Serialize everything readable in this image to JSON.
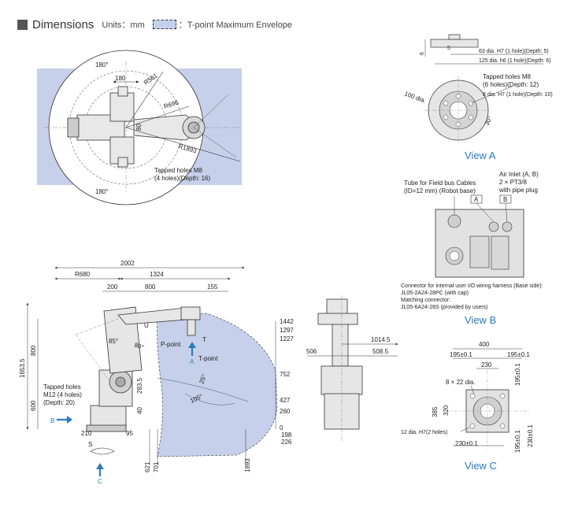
{
  "header": {
    "title": "Dimensions",
    "units": "Units：mm",
    "envelope_legend": "：T-point Maximum Envelope"
  },
  "colors": {
    "envelope": "#c6d0ea",
    "view_label": "#2a7bbf",
    "arrow": "#2a7bbf"
  },
  "top_view": {
    "angle_top": "180°",
    "angle_bottom": "180°",
    "dim_180": "180",
    "r561": "R561",
    "r696": "R696",
    "r1893": "R1893",
    "d80": "80",
    "tapped_holes_1": "Tapped holes M8",
    "tapped_holes_2": "(4 holes)(Depth: 16)"
  },
  "view_a": {
    "label": "View A",
    "dim_6": "6",
    "dim_5": "5",
    "note1": "63 dia. H7 (1 hole)(Depth: 5)",
    "note2": "125 dia. h6 (1 hole)(Depth: 6)",
    "note3": "Tapped holes M8",
    "note4": "(6 holes)(Depth: 12)",
    "note5": "8 dia. H7 (1 hole)(Depth: 10)",
    "dia100": "100 dia.",
    "angle30": "30°"
  },
  "view_b": {
    "label": "View B",
    "tube1": "Tube for Field bus Cables",
    "tube2": "(ID=12 mm) (Robot base)",
    "air1": "Air Inlet (A, B)",
    "air2": "2 × PT3/8",
    "air3": "with pipe plug",
    "tag_a": "A",
    "tag_b": "B",
    "conn1": "Connector for internal user I/O wiring harness (Base side):",
    "conn2": "JL05-2A24-28PC (with cap)",
    "conn3": "Matching connector:",
    "conn4": "JL05-6A24-28S (provided by users)"
  },
  "side_view": {
    "d2002": "2002",
    "r680": "R680",
    "d1324": "1324",
    "d200": "200",
    "d800": "800",
    "d155": "155",
    "v1442": "1442",
    "v1297": "1297",
    "v1227": "1227",
    "v752": "752",
    "v427": "427",
    "v260": "260",
    "v0": "0",
    "v198": "198",
    "v226": "226",
    "h1653": "1653.5",
    "h800": "800",
    "h600": "600",
    "d283": "283.5",
    "d40": "40",
    "d210": "210",
    "d95": "95",
    "d621": "621",
    "d701": "701",
    "d1893": "1893",
    "a85": "85°",
    "a80": "80°",
    "a25": "25°",
    "a105": "105°",
    "u": "U",
    "t": "T",
    "ppoint": "P-point",
    "tpoint": "T-point",
    "arrow_a": "A",
    "arrow_b": "B",
    "arrow_c": "C",
    "s": "S",
    "tapped1": "Tapped holes",
    "tapped2": "M12 (4 holes)",
    "tapped3": "(Depth: 20)"
  },
  "front_view": {
    "d1014": "1014.5",
    "d506": "506",
    "d508": "508.5"
  },
  "view_c": {
    "label": "View C",
    "d400": "400",
    "d195a": "195±0.1",
    "d195b": "195±0.1",
    "d230": "230",
    "holes": "8 × 22 dia.",
    "d195v": "195±0.1",
    "d385": "385",
    "d320": "320",
    "h12": "12 dia. H7(2 holes)",
    "d195v2": "195±0.1",
    "d230v": "230±0.1",
    "d230h": "230±0.1"
  }
}
